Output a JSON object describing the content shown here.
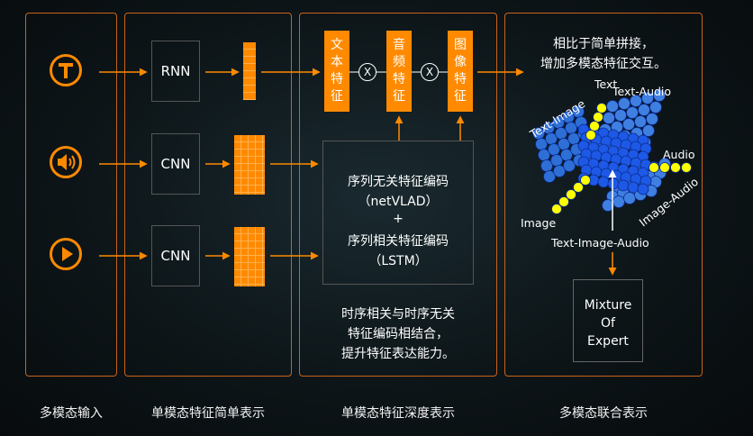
{
  "captions": {
    "input": "多模态输入",
    "simple": "单模态特征简单表示",
    "deep": "单模态特征深度表示",
    "joint": "多模态联合表示"
  },
  "input_icons": [
    "text-icon",
    "audio-icon",
    "video-icon"
  ],
  "simple_boxes": [
    "RNN",
    "CNN",
    "CNN"
  ],
  "feature_boxes": {
    "text": "文本特征",
    "audio": "音频特征",
    "image": "图像特征",
    "multiply": "X"
  },
  "encoding": {
    "line1": "序列无关特征编码",
    "line2": "（netVLAD）",
    "plus": "+",
    "line3": "序列相关特征编码",
    "line4": "（LSTM）"
  },
  "deep_note": [
    "时序相关与时序无关",
    "特征编码相结合，",
    "提升特征表达能力。"
  ],
  "joint_note": [
    "相比于简单拼接，",
    "增加多模态特征交互。"
  ],
  "cube_labels": {
    "text": "Text",
    "text_audio": "Text-Audio",
    "text_image": "Text-Image",
    "audio": "Audio",
    "image": "Image",
    "image_audio": "Image-Audio",
    "text_image_audio": "Text-Image-Audio"
  },
  "moe": [
    "Mixture",
    "Of",
    "Expert"
  ],
  "colors": {
    "accent": "#ff8a00",
    "border": "#c8631c",
    "dot_blue": "#1d59e6",
    "dot_yellow": "#ffff00"
  }
}
